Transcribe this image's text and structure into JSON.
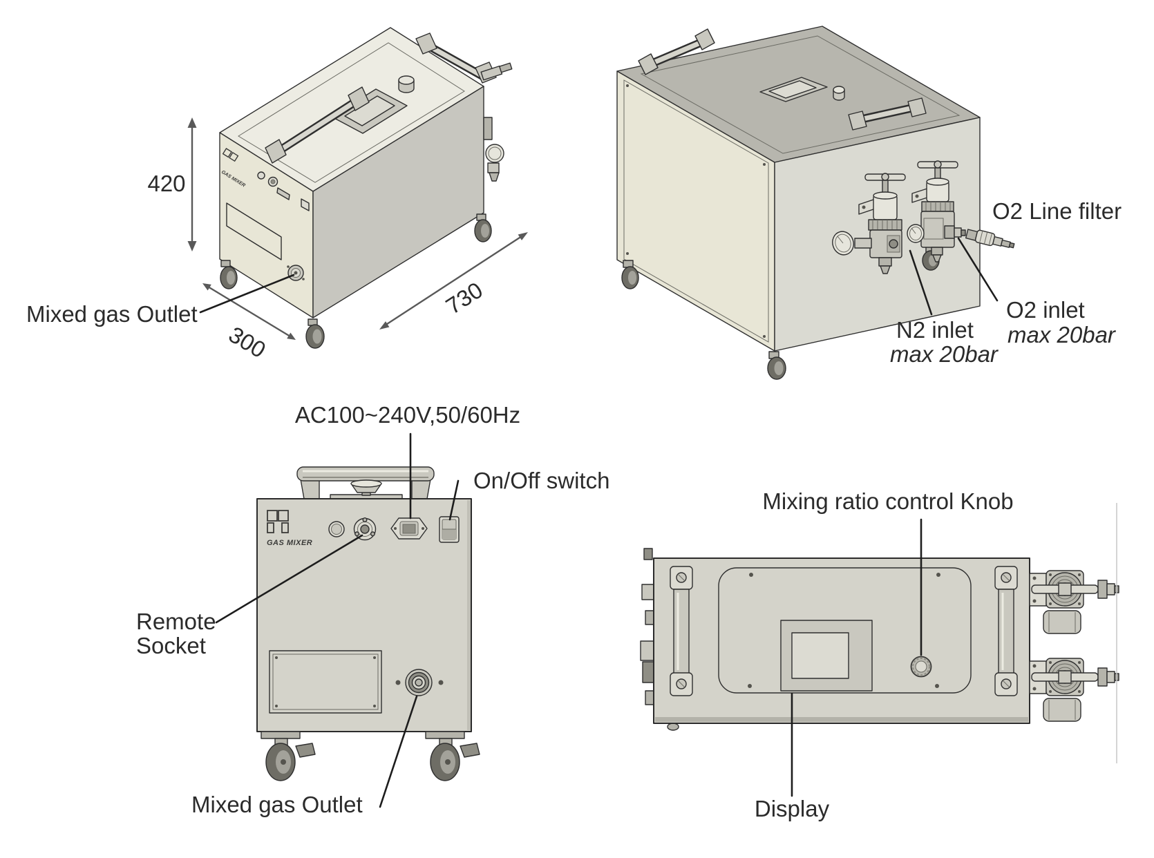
{
  "page": {
    "background": "#ffffff",
    "type": "technical-drawing",
    "subject": "gas mixer four-view drawing"
  },
  "colors": {
    "label_text": "#2b2b2b",
    "leader_line": "#1d1d1d",
    "dimension_arrow": "#595959",
    "outline": "#2f2f2f",
    "beige_face": "#e8e6d6",
    "top_face_light": "#edece3",
    "side_face_gray": "#c7c6bf",
    "top_face_gray": "#b7b6ae",
    "right_face_light": "#dadad2",
    "panel_body": "#d4d3ca",
    "metal": "#c9c8bf",
    "caster": "#6e6d65",
    "artifact_line": "#c6c6c6"
  },
  "views": {
    "iso_front": {
      "name": "isometric view front-left",
      "dim_height": "420",
      "dim_length": "730",
      "dim_depth": "300",
      "label_outlet": "Mixed gas Outlet"
    },
    "iso_rear": {
      "name": "isometric view rear-right",
      "label_filter": "O2 Line filter",
      "label_n2_line1": "N2 inlet",
      "label_n2_line2": "max 20bar",
      "label_o2_line1": "O2 inlet",
      "label_o2_line2": "max 20bar"
    },
    "front": {
      "name": "front view",
      "label_power": "AC100~240V,50/60Hz",
      "label_switch": "On/Off switch",
      "label_remote_line1": "Remote",
      "label_remote_line2": "Socket",
      "label_outlet": "Mixed gas Outlet",
      "device_model": "GAS MIXER"
    },
    "top": {
      "name": "top view",
      "label_knob": "Mixing ratio control Knob",
      "label_display": "Display"
    }
  }
}
